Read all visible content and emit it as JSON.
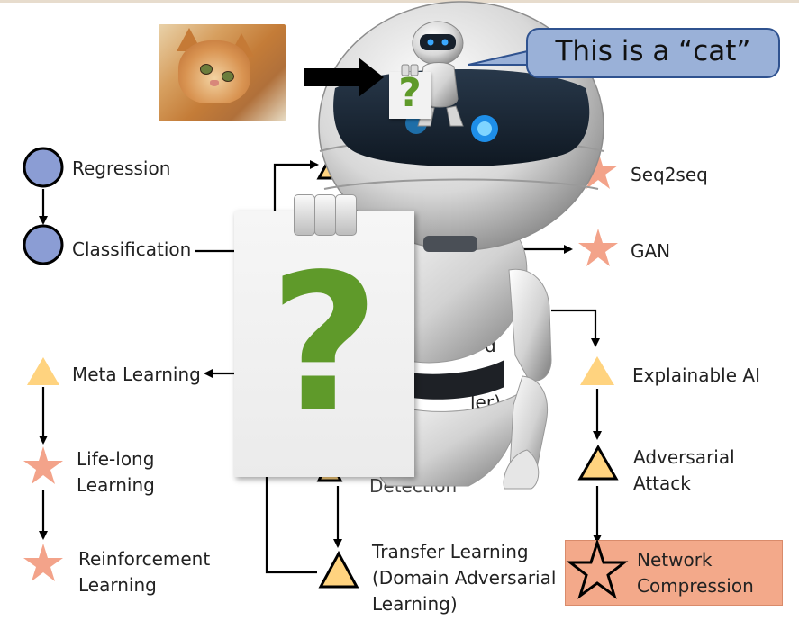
{
  "speech_bubble": {
    "text": "This is a “cat”"
  },
  "nodes": {
    "regression": "Regression",
    "classification": "Classification",
    "seq2seq": "Seq2seq",
    "gan": "GAN",
    "meta_learning": "Meta Learning",
    "life_long_learning": [
      "Life-long",
      "Learning"
    ],
    "reinforcement_learning": [
      "Reinforcement",
      "Learning"
    ],
    "explainable_ai": "Explainable AI",
    "adversarial_attack": [
      "Adversarial",
      "Attack"
    ],
    "network_compression": [
      "Network",
      "Compression"
    ],
    "transfer_learning": [
      "Transfer Learning",
      "(Domain Adversarial",
      "Learning)"
    ],
    "partial_ler": "ler)",
    "partial_d": "d",
    "partial_detection": "Detection"
  },
  "colors": {
    "circle_fill": "#8b9dd4",
    "triangle_fill": "#ffd37f",
    "star_fill": "#f3a38a",
    "box_fill": "#f3a98a",
    "bubble_fill": "#9ab1d8",
    "bubble_border": "#2f528f",
    "question_mark": "#5f9a2a"
  },
  "icons": {
    "cat_photo": "cat-photo-icon",
    "robot": "robot-icon",
    "question_note": "question-note-icon"
  }
}
